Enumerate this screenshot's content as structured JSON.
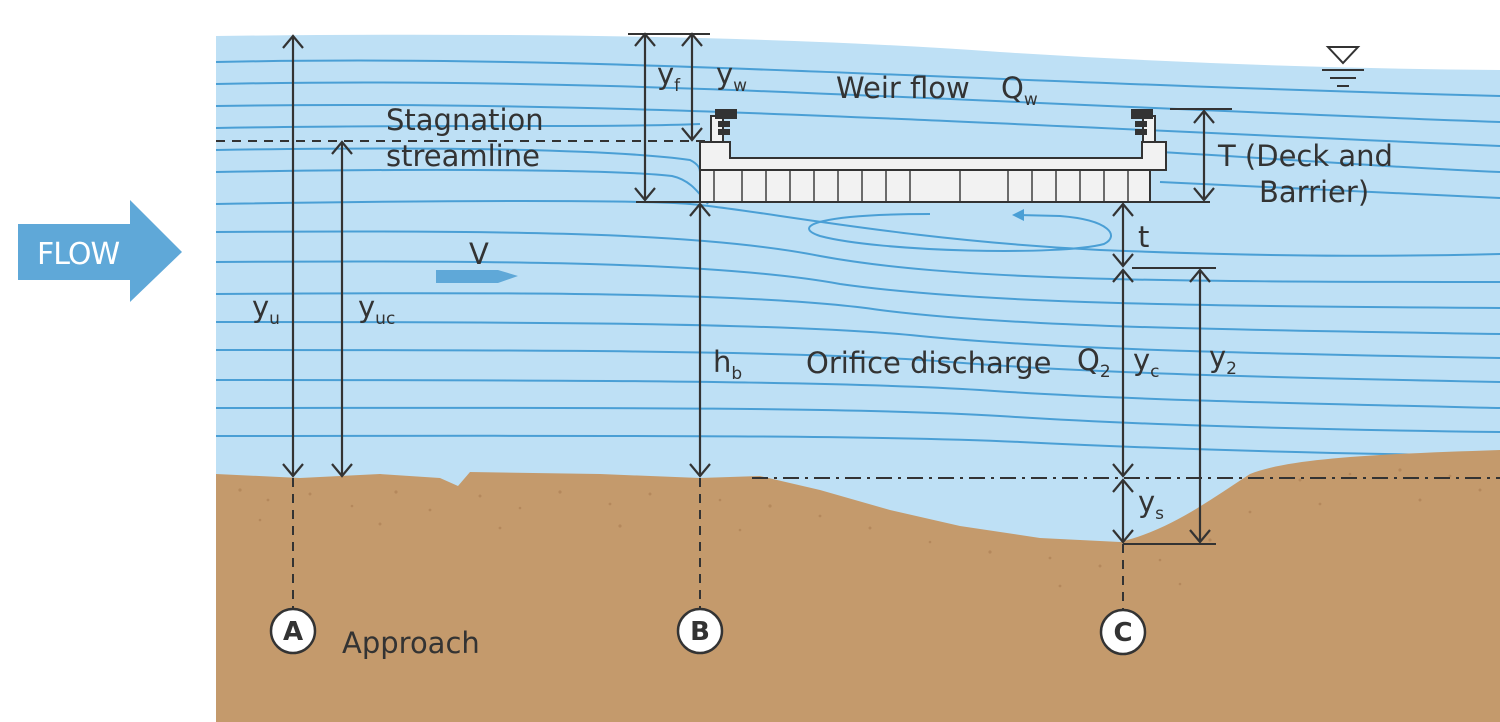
{
  "flow_arrow": {
    "label": "FLOW"
  },
  "labels": {
    "stagnation_line1": "Stagnation",
    "stagnation_line2": "streamline",
    "weir_flow": "Weir flow",
    "q_w": "Q",
    "q_w_sub": "w",
    "y_f": "y",
    "y_f_sub": "f",
    "y_w": "y",
    "y_w_sub": "w",
    "t_deck_line1": "T (Deck and",
    "t_deck_line2": "Barrier)",
    "t_gap": "t",
    "velocity": "V",
    "y_u": "y",
    "y_u_sub": "u",
    "y_uc": "y",
    "y_uc_sub": "uc",
    "h_b": "h",
    "h_b_sub": "b",
    "orifice": "Orifice discharge",
    "q_2": "Q",
    "q_2_sub": "2",
    "y_c": "y",
    "y_c_sub": "c",
    "y_2": "y",
    "y_2_sub": "2",
    "y_s": "y",
    "y_s_sub": "s",
    "approach": "Approach"
  },
  "stations": [
    "A",
    "B",
    "C"
  ],
  "colors": {
    "water": "#bee0f5",
    "streamline": "#4a9fd5",
    "soil": "#c49a6c",
    "flow_arrow": "#5fa8d8",
    "deck": "#f2f2f2",
    "ink": "#333333"
  },
  "icons": [
    "water-surface-icon",
    "flow-arrow-icon",
    "velocity-arrow-icon"
  ]
}
